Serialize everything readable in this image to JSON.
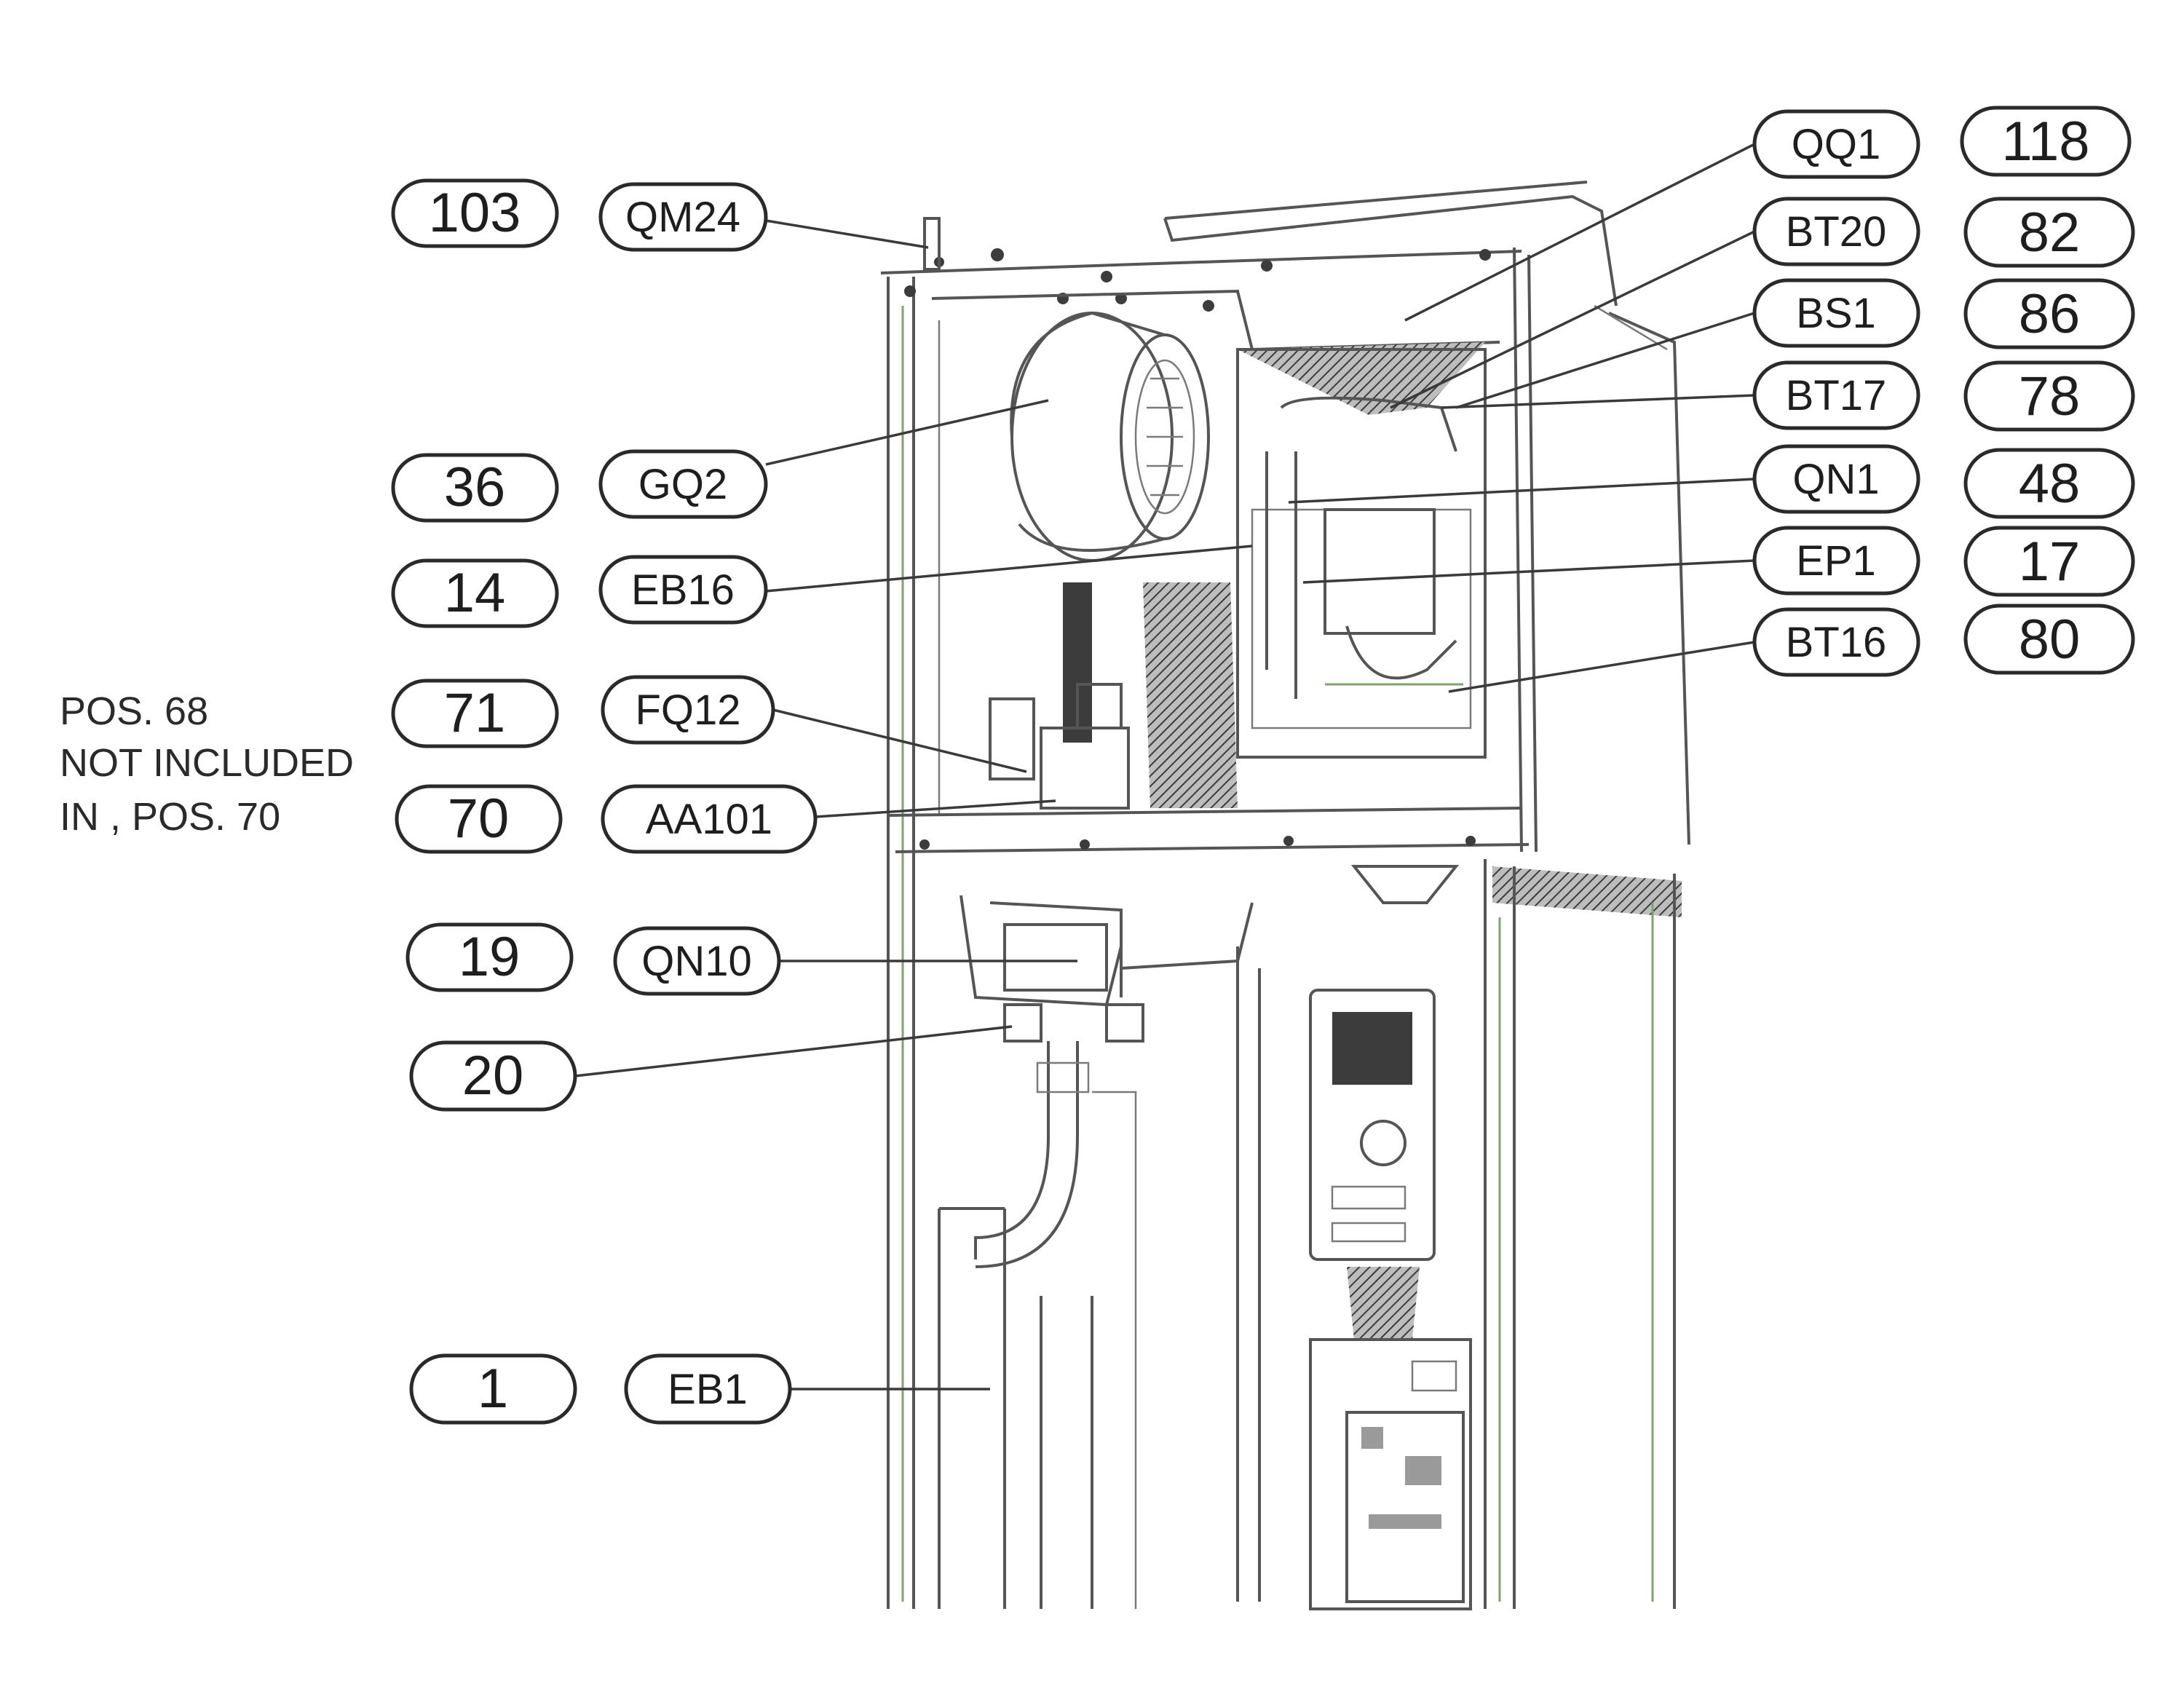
{
  "note": {
    "lines": [
      "POS. 68",
      "NOT INCLUDED",
      "IN , POS. 70"
    ]
  },
  "callouts_left": [
    {
      "number": "103",
      "code": "QM24"
    },
    {
      "number": "36",
      "code": "GQ2"
    },
    {
      "number": "14",
      "code": "EB16"
    },
    {
      "number": "71",
      "code": "FQ12"
    },
    {
      "number": "70",
      "code": "AA101"
    },
    {
      "number": "19",
      "code": "QN10"
    },
    {
      "number": "20",
      "code": ""
    },
    {
      "number": "1",
      "code": "EB1"
    }
  ],
  "callouts_right": [
    {
      "code": "QQ1",
      "number": "118"
    },
    {
      "code": "BT20",
      "number": "82"
    },
    {
      "code": "BS1",
      "number": "86"
    },
    {
      "code": "BT17",
      "number": "78"
    },
    {
      "code": "QN1",
      "number": "48"
    },
    {
      "code": "EP1",
      "number": "17"
    },
    {
      "code": "BT16",
      "number": "80"
    }
  ],
  "colors": {
    "outline": "#2a2a2a",
    "hardware": "#555555",
    "accent_green": "#7fa36e"
  }
}
